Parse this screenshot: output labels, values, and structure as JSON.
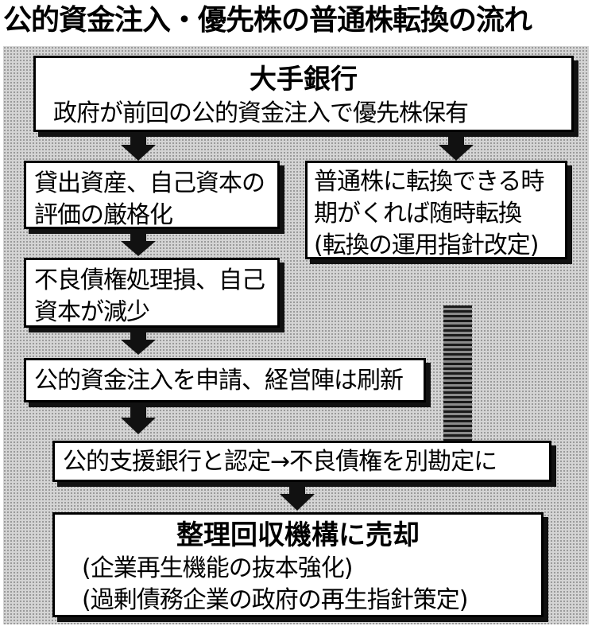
{
  "title": "公的資金注入・優先株の普通株転換の流れ",
  "top_box": {
    "title": "大手銀行",
    "text": "政府が前回の公的資金注入で優先株保有"
  },
  "left_column": [
    {
      "lines": [
        "貸出資産、自己資本の",
        "評価の厳格化"
      ]
    },
    {
      "lines": [
        "不良債権処理損、自己",
        "資本が減少"
      ]
    },
    {
      "lines": [
        "公的資金注入を申請、経営陣は刷新"
      ]
    }
  ],
  "right_box": {
    "lines": [
      "普通株に転換できる時",
      "期がくれば随時転換",
      "(転換の運用指針改定)"
    ]
  },
  "merge_box": {
    "text": "公的支援銀行と認定→不良債権を別勘定に"
  },
  "final_box": {
    "title": "整理回収機構に売却",
    "lines": [
      "(企業再生機能の抜本強化)",
      "(過剰債務企業の政府の再生指針策定)"
    ]
  }
}
